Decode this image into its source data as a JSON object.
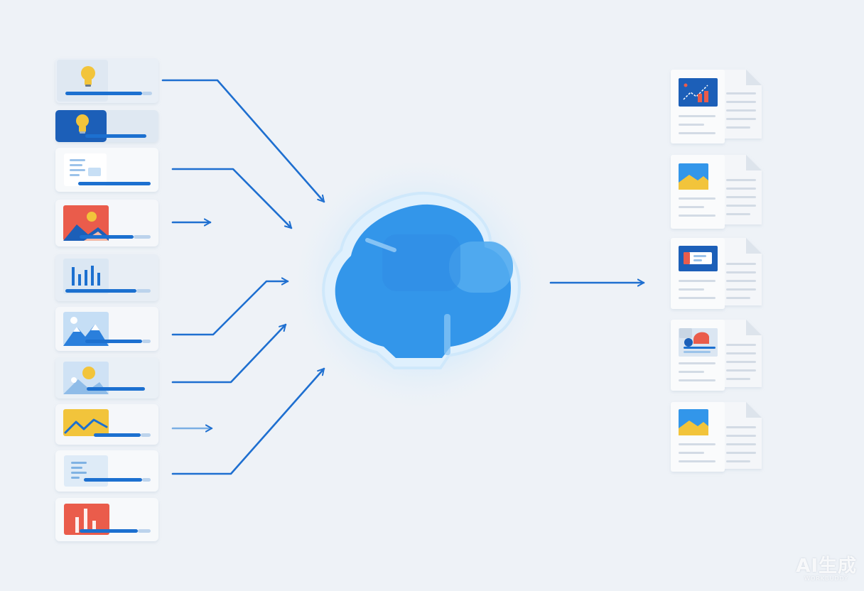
{
  "colors": {
    "background": "#eef2f7",
    "primary_blue": "#1e6fd0",
    "cloud_blue": "#3396ea",
    "yellow": "#f2c43b",
    "red": "#ea5b4c",
    "light_blue": "#d6e6f6",
    "card": "#f7f9fb",
    "page": "#fafbfc"
  },
  "inputs": [
    {
      "kind": "idea",
      "icon": "lightbulb-icon"
    },
    {
      "kind": "idea-highlighted",
      "icon": "lightbulb-icon"
    },
    {
      "kind": "text-document",
      "icon": "document-icon"
    },
    {
      "kind": "photo-sunset",
      "icon": "image-icon"
    },
    {
      "kind": "bar-chart",
      "icon": "bar-chart-icon"
    },
    {
      "kind": "photo-mountains",
      "icon": "image-icon"
    },
    {
      "kind": "photo-sun",
      "icon": "image-icon"
    },
    {
      "kind": "line-chart",
      "icon": "line-chart-icon"
    },
    {
      "kind": "text-document",
      "icon": "document-icon"
    },
    {
      "kind": "bar-chart-red",
      "icon": "bar-chart-icon"
    }
  ],
  "center": {
    "icon": "cloud-icon"
  },
  "outputs": [
    {
      "kind": "report-with-chart",
      "icon": "chart-icon"
    },
    {
      "kind": "report-with-image",
      "icon": "image-icon"
    },
    {
      "kind": "report-with-card",
      "icon": "card-icon"
    },
    {
      "kind": "report-with-photo",
      "icon": "image-icon"
    },
    {
      "kind": "report-with-image",
      "icon": "image-icon"
    }
  ],
  "watermark": {
    "main": "AI生成",
    "sub": "WORKBUDDY"
  }
}
